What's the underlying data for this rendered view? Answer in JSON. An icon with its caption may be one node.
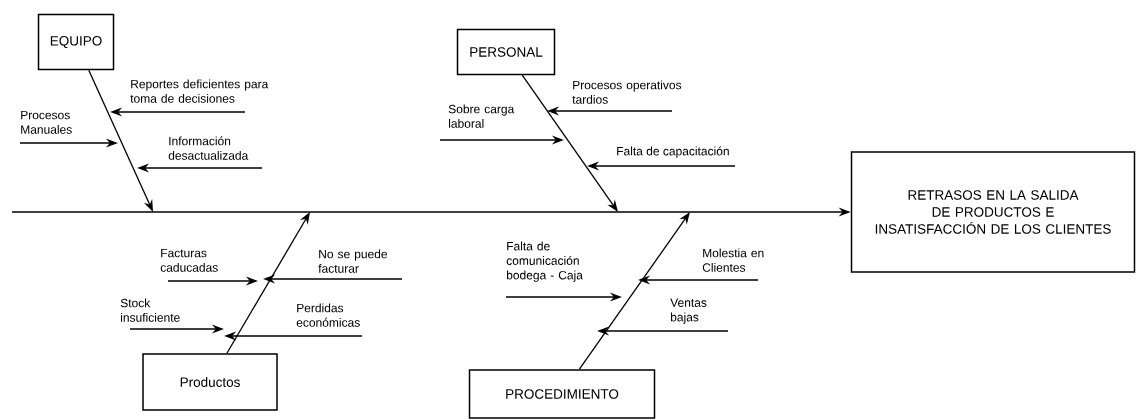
{
  "diagram": {
    "nodes": [
      {
        "text": [
          "EQUIPO"
        ]
      },
      {
        "text": [
          "PERSONAL"
        ]
      },
      {
        "text": [
          "RETRASOS EN LA SALIDA DE PRODUCTOS E INSATISFACCIÓN DE LOS CLIENTES"
        ]
      },
      {
        "text": [
          "Productos"
        ]
      },
      {
        "text": [
          "PROCEDIMIENTO"
        ]
      },
      {
        "text": [
          "Reportes deficientes para toma de decisiones"
        ]
      },
      {
        "text": [
          "Procesos Manuales"
        ]
      },
      {
        "text": [
          "Información desactualizada"
        ]
      },
      {
        "text": [
          "Procesos operativos tardios"
        ]
      },
      {
        "text": [
          "Sobre carga laboral"
        ]
      },
      {
        "text": [
          "Falta de capacitación"
        ]
      },
      {
        "text": [
          "Facturas caducadas"
        ]
      },
      {
        "text": [
          "No se puede facturar"
        ]
      },
      {
        "text": [
          "Stock insuficiente"
        ]
      },
      {
        "text": [
          "Perdidas económicas"
        ]
      },
      {
        "text": [
          "Falta de comunicación bodega - Caja"
        ]
      },
      {
        "text": [
          "Molestia en Clientes"
        ]
      },
      {
        "text": [
          "Ventas bajas"
        ]
      }
    ],
    "edges": [
      {
        "from": 0,
        "to": null,
        "arrow": "to"
      },
      {
        "from": 1,
        "to": null,
        "arrow": "to"
      },
      {
        "from": 3,
        "to": null,
        "arrow": "to"
      },
      {
        "from": 4,
        "to": null,
        "arrow": "to"
      },
      {
        "from": null,
        "to": 2,
        "arrow": "to"
      },
      {
        "from": 5,
        "to": null,
        "arrow": "to"
      },
      {
        "from": 6,
        "to": null,
        "arrow": "to"
      },
      {
        "from": 7,
        "to": null,
        "arrow": "to"
      },
      {
        "from": 8,
        "to": null,
        "arrow": "to"
      },
      {
        "from": 9,
        "to": null,
        "arrow": "to"
      },
      {
        "from": 10,
        "to": null,
        "arrow": "to"
      },
      {
        "from": 11,
        "to": null,
        "arrow": "to"
      },
      {
        "from": 12,
        "to": null,
        "arrow": "to"
      },
      {
        "from": 13,
        "to": null,
        "arrow": "to"
      },
      {
        "from": 14,
        "to": null,
        "arrow": "to"
      },
      {
        "from": 15,
        "to": null,
        "arrow": "to"
      },
      {
        "from": 16,
        "to": null,
        "arrow": "to"
      },
      {
        "from": 17,
        "to": null,
        "arrow": "to"
      }
    ]
  }
}
